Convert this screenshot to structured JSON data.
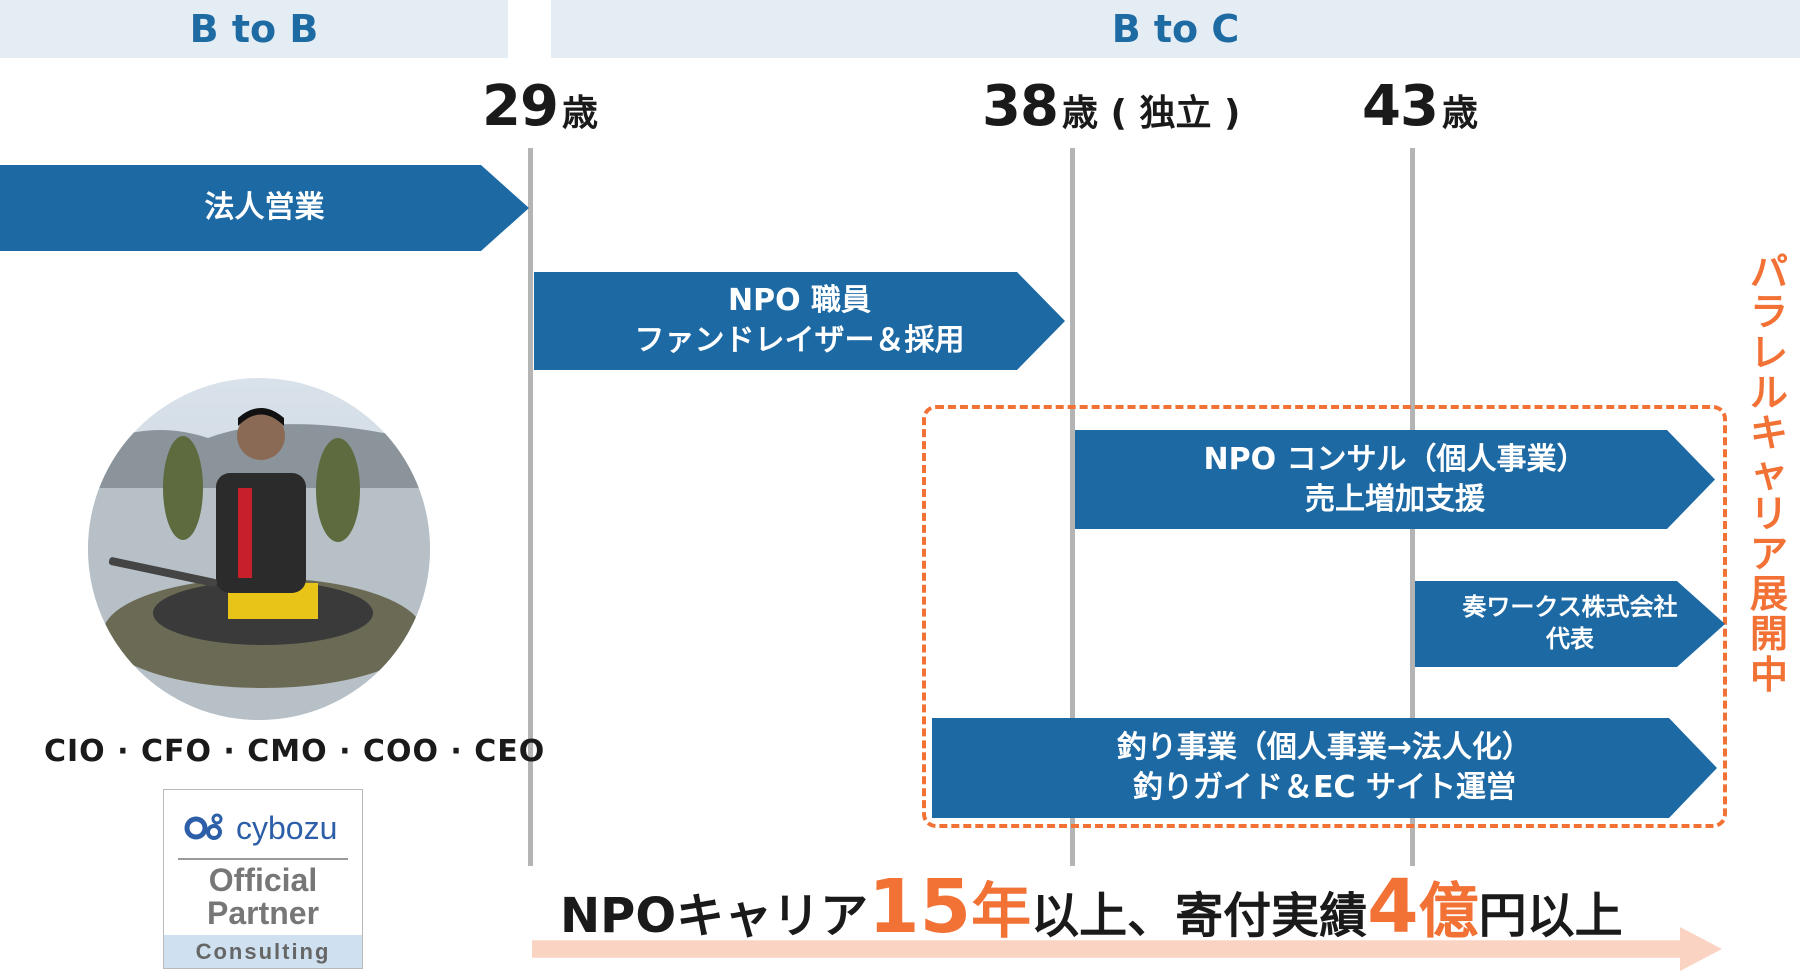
{
  "bands": {
    "b2b": "B to B",
    "b2c": "B to C"
  },
  "ages": [
    {
      "num": "29",
      "unit": "歳"
    },
    {
      "num": "38",
      "unit": "歳 ( 独立 )"
    },
    {
      "num": "43",
      "unit": "歳"
    }
  ],
  "careers": {
    "sales": [
      "法人営業"
    ],
    "npo_staff": [
      "NPO 職員",
      "ファンドレイザー＆採用"
    ],
    "npo_consult": [
      "NPO コンサル（個人事業）",
      "売上増加支援"
    ],
    "company": [
      "奏ワークス株式会社",
      "代表"
    ],
    "fishing": [
      "釣り事業（個人事業→法人化）",
      "釣りガイド＆EC サイト運営"
    ]
  },
  "parallel_label": "パラレルキャリア展開中",
  "roles": "CIO · CFO · CMO · COO · CEO",
  "badge": {
    "logo": "cybozu",
    "line1": "Official",
    "line2": "Partner",
    "footer": "Consulting"
  },
  "summary": {
    "p1": "NPOキャリア",
    "n1": "15",
    "p2": "年",
    "p3": "以上、寄付実績 ",
    "n2": "4",
    "p4": "億",
    "p5": "円以上"
  },
  "colors": {
    "band_bg": "#e5edf4",
    "band_text": "#1e6aa3",
    "arrow": "#1d69a4",
    "accent": "#f27135",
    "bottom_arrow": "#fbd3c3"
  }
}
